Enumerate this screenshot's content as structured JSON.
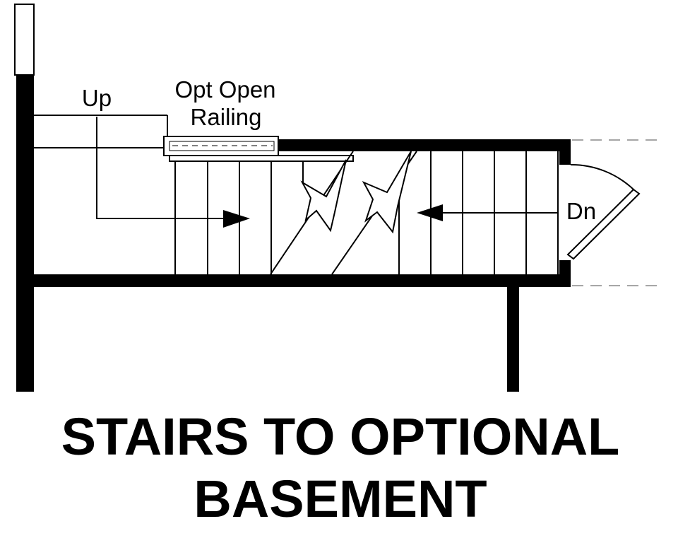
{
  "labels": {
    "up": "Up",
    "railing_line1": "Opt Open",
    "railing_line2": "Railing",
    "down": "Dn"
  },
  "title": {
    "line1": "STAIRS TO OPTIONAL",
    "line2": "BASEMENT"
  },
  "colors": {
    "ink": "#000000",
    "paper": "#ffffff",
    "dashed": "#888888"
  }
}
